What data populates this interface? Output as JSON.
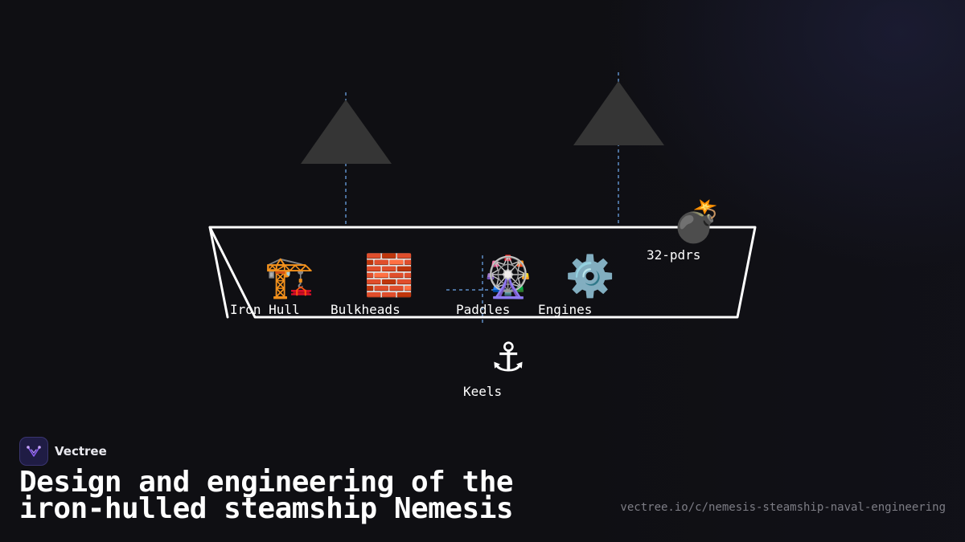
{
  "diagram": {
    "nodes": [
      {
        "id": "iron-hull",
        "label": "Iron Hull",
        "icon": "construction-crane-icon",
        "glyph": "🏗️"
      },
      {
        "id": "bulkheads",
        "label": "Bulkheads",
        "icon": "brick-wall-icon",
        "glyph": "🧱"
      },
      {
        "id": "paddles",
        "label": "Paddles",
        "icon": "ferris-wheel-icon",
        "glyph": "🎡"
      },
      {
        "id": "engines",
        "label": "Engines",
        "icon": "gear-icon",
        "glyph": "⚙️"
      },
      {
        "id": "guns",
        "label": "32-pdrs",
        "icon": "bomb-icon",
        "glyph": "💣"
      },
      {
        "id": "keels",
        "label": "Keels",
        "icon": "anchor-icon",
        "glyph": "⚓"
      }
    ],
    "colors": {
      "hull_outline": "#ffffff",
      "sail": "#353535",
      "dashed_line": "#4a6e9a"
    }
  },
  "brand": {
    "name": "Vectree",
    "logo_icon": "vectree-logo-icon"
  },
  "title": {
    "line1": "Design and engineering of the",
    "line2": "iron-hulled steamship Nemesis"
  },
  "url": "vectree.io/c/nemesis-steamship-naval-engineering"
}
